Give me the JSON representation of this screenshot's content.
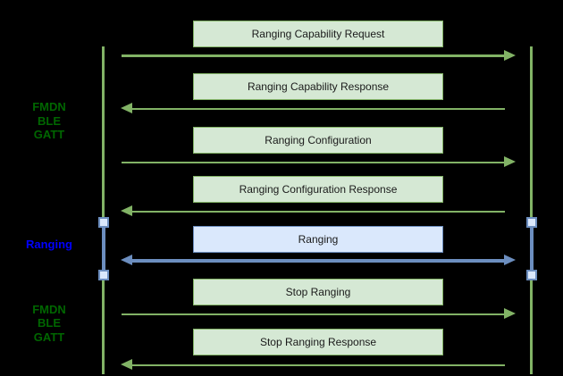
{
  "diagram_type": "sequence-diagram",
  "colors": {
    "green_fill": "#d5e8d4",
    "green_stroke": "#82b366",
    "blue_fill": "#dae8fc",
    "blue_stroke": "#6c8ebf",
    "label_green": "#006600",
    "label_blue": "#0000ff",
    "box_text": "#1a1a1a",
    "background": "#000000"
  },
  "phases": [
    {
      "label": "FMDN\nBLE\nGATT",
      "theme": "green"
    },
    {
      "label": "Ranging",
      "theme": "blue"
    },
    {
      "label": "FMDN\nBLE\nGATT",
      "theme": "green"
    }
  ],
  "messages": [
    {
      "label": "Ranging Capability Request",
      "direction": "right",
      "theme": "green"
    },
    {
      "label": "Ranging Capability Response",
      "direction": "left",
      "theme": "green"
    },
    {
      "label": "Ranging Configuration",
      "direction": "right",
      "theme": "green"
    },
    {
      "label": "Ranging Configuration Response",
      "direction": "left",
      "theme": "green"
    },
    {
      "label": "Ranging",
      "direction": "both",
      "theme": "blue"
    },
    {
      "label": "Stop Ranging",
      "direction": "right",
      "theme": "green"
    },
    {
      "label": "Stop Ranging Response",
      "direction": "left",
      "theme": "green"
    }
  ]
}
